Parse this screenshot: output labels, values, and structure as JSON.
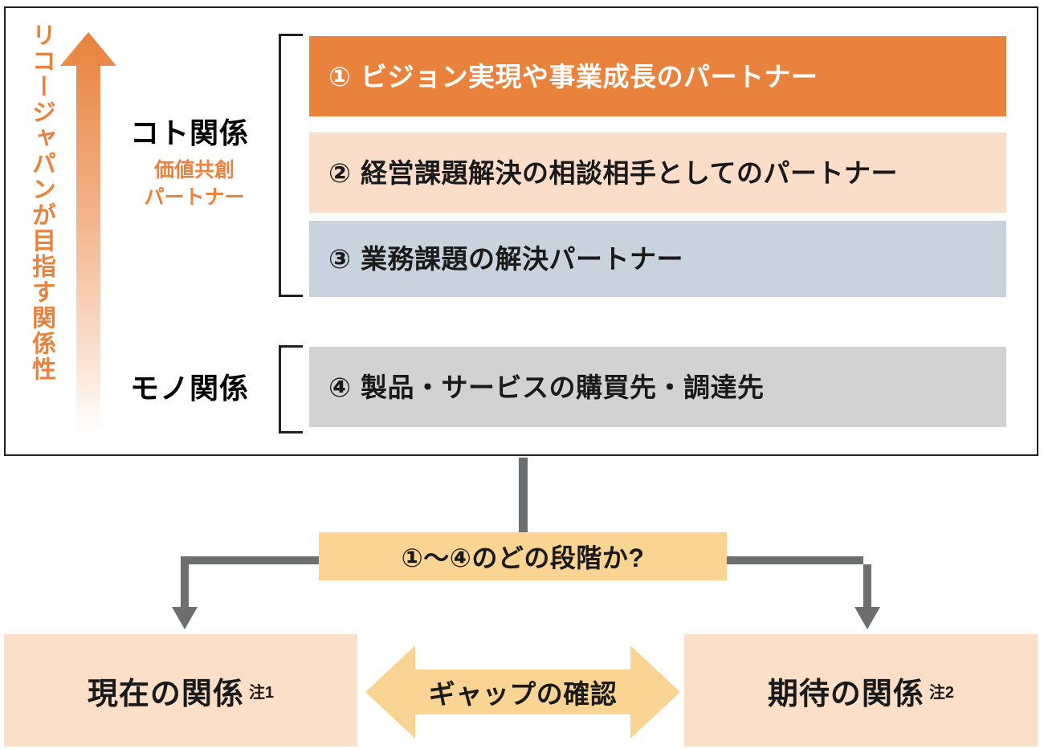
{
  "diagram": {
    "axis_label": "リコージャパンが目指す関係性",
    "groups": [
      {
        "main": "コト関係",
        "sub_line1": "価値共創",
        "sub_line2": "パートナー"
      },
      {
        "main": "モノ関係",
        "sub_line1": "",
        "sub_line2": ""
      }
    ],
    "bars": [
      {
        "num": "①",
        "text": "ビジョン実現や事業成長のパートナー",
        "bg": "#E8823C",
        "fg": "#FFFFFF"
      },
      {
        "num": "②",
        "text": "経営課題解決の相談相手としてのパートナー",
        "bg": "#FBDECA",
        "fg": "#1A1A1A"
      },
      {
        "num": "③",
        "text": "業務課題の解決パートナー",
        "bg": "#C8D3DD",
        "fg": "#1A1A1A"
      },
      {
        "num": "④",
        "text": "製品・サービスの購買先・調達先",
        "bg": "#D2D2D2",
        "fg": "#1A1A1A"
      }
    ],
    "decision": {
      "text": "①〜④のどの段階か?",
      "bg": "#FAD493"
    },
    "outcomes": [
      {
        "text": "現在の関係",
        "note": "注1",
        "bg": "#FBDFC8"
      },
      {
        "text": "期待の関係",
        "note": "注2",
        "bg": "#FBDFC8"
      }
    ],
    "gap_arrow": {
      "label": "ギャップの確認",
      "fill": "#FAD493"
    },
    "colors": {
      "accent_orange": "#E8823C",
      "connector_gray": "#6D6E70",
      "frame_black": "#231F20"
    }
  }
}
